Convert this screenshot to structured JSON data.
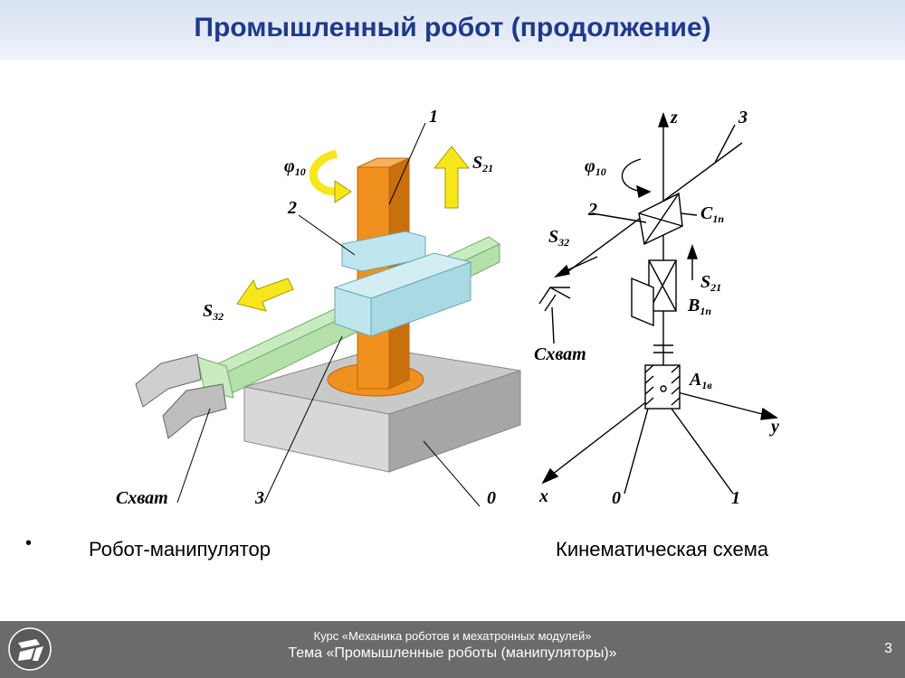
{
  "slide": {
    "title": "Промышленный робот (продолжение)",
    "bullet": "•",
    "caption_left": "Робот-манипулятор",
    "caption_right": "Кинематическая схема"
  },
  "figure": {
    "left_labels": {
      "n1": "1",
      "n2": "2",
      "n3": "3",
      "n0": "0",
      "phi": "φ",
      "phi_sub": "10",
      "s21": "S",
      "s21_sub": "21",
      "s32": "S",
      "s32_sub": "32",
      "grip": "Схват"
    },
    "right_labels": {
      "z": "z",
      "y": "y",
      "x": "x",
      "n3": "3",
      "n2": "2",
      "n0": "0",
      "n1": "1",
      "phi": "φ",
      "phi_sub": "10",
      "c": "C",
      "c_sub": "1п",
      "s32": "S",
      "s32_sub": "32",
      "s21": "S",
      "s21_sub": "21",
      "b": "B",
      "b_sub": "1п",
      "a": "A",
      "a_sub": "1в",
      "grip": "Схват"
    }
  },
  "footer": {
    "course": "Курс «Механика роботов и мехатронных модулей»",
    "topic": "Тема «Промышленные роботы (манипуляторы)»",
    "page": "3"
  },
  "colors": {
    "title": "#1f3a8a",
    "footer_bg": "#6b6b6b",
    "column": "#f0901e",
    "carriage": "#bfe6ee",
    "arm": "#c8ecc0",
    "arrow": "#f7e61a",
    "base": "#c9c9c9"
  }
}
